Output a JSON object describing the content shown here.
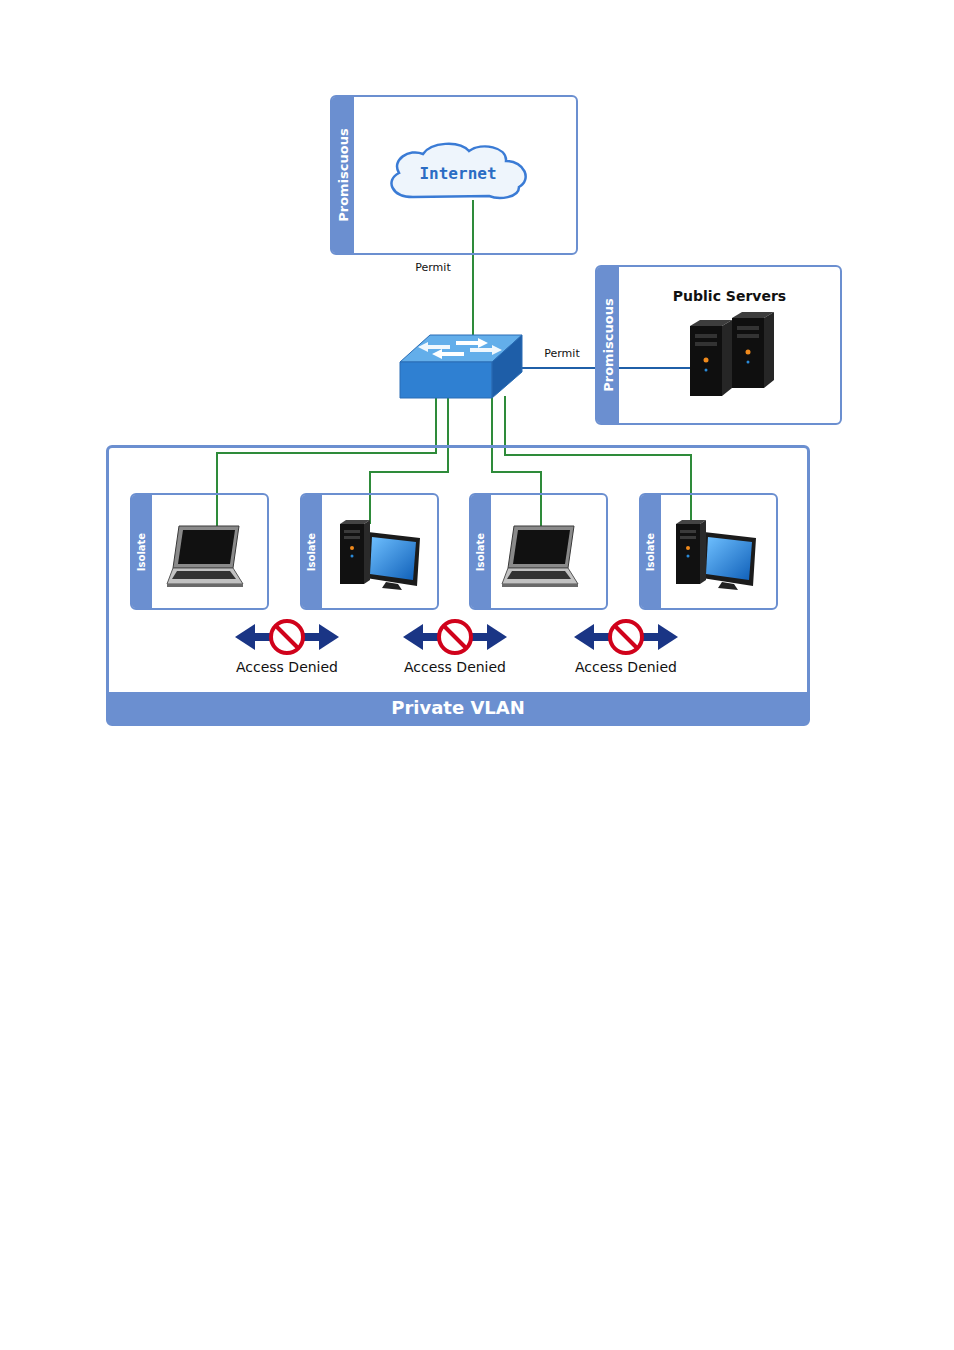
{
  "diagram": {
    "nodes": [
      {
        "text": [
          "Promiscuous"
        ]
      },
      {
        "text": [
          "Internet"
        ],
        "in": 0
      },
      {
        "text": [
          "Promiscuous",
          "Public Servers"
        ]
      },
      {
        "text": [
          "Private VLAN"
        ]
      },
      {
        "text": [
          "Isolate"
        ],
        "in": 3
      },
      {
        "text": [
          "Isolate"
        ],
        "in": 3
      },
      {
        "text": [
          "Isolate"
        ],
        "in": 3
      },
      {
        "text": [
          "Isolate"
        ],
        "in": 3
      }
    ],
    "labels": [
      "Permit",
      "Permit",
      "Access Denied",
      "Access Denied",
      "Access Denied"
    ]
  }
}
